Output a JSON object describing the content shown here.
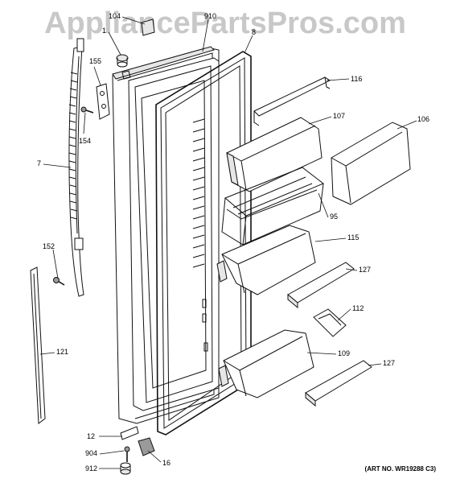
{
  "watermark": "AppliancePartsPros.com",
  "art_number": "(ART NO. WR19288 C3)",
  "parts": [
    {
      "id": "104",
      "label": "104"
    },
    {
      "id": "1",
      "label": "1"
    },
    {
      "id": "910",
      "label": "910"
    },
    {
      "id": "8",
      "label": "8"
    },
    {
      "id": "155",
      "label": "155"
    },
    {
      "id": "154",
      "label": "154"
    },
    {
      "id": "116",
      "label": "116"
    },
    {
      "id": "107",
      "label": "107"
    },
    {
      "id": "106",
      "label": "106"
    },
    {
      "id": "7",
      "label": "7"
    },
    {
      "id": "95",
      "label": "95"
    },
    {
      "id": "115",
      "label": "115"
    },
    {
      "id": "152",
      "label": "152"
    },
    {
      "id": "127a",
      "label": "127"
    },
    {
      "id": "112",
      "label": "112"
    },
    {
      "id": "121",
      "label": "121"
    },
    {
      "id": "109",
      "label": "109"
    },
    {
      "id": "127b",
      "label": "127"
    },
    {
      "id": "12",
      "label": "12"
    },
    {
      "id": "904",
      "label": "904"
    },
    {
      "id": "16",
      "label": "16"
    },
    {
      "id": "912",
      "label": "912"
    }
  ]
}
